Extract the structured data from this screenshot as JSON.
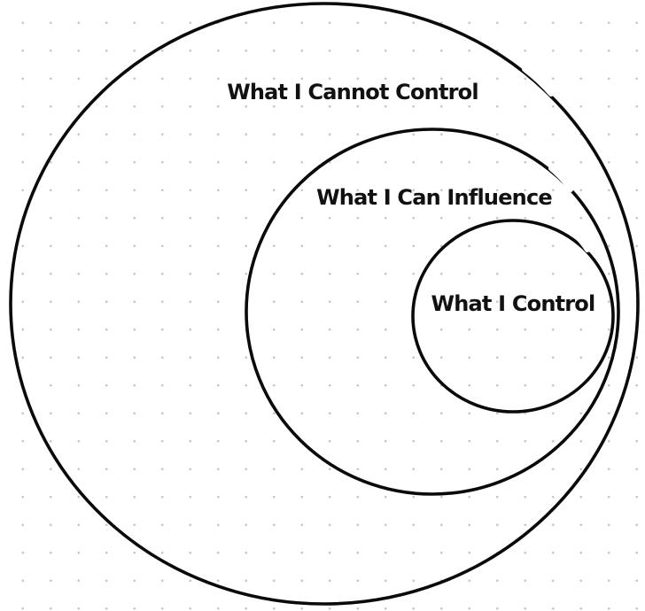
{
  "diagram": {
    "outer_label": "What I Cannot Control",
    "middle_label": "What I Can Influence",
    "inner_label": "What I Control"
  }
}
